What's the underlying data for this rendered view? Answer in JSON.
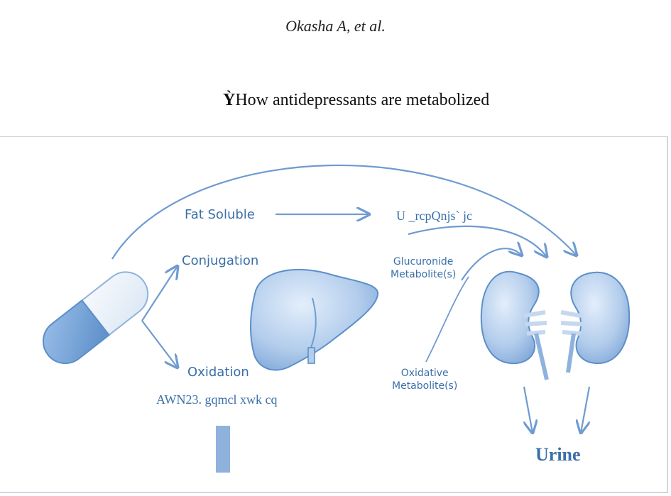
{
  "header": {
    "authors": "Okasha A, et al.",
    "title_mark": "Ỳ",
    "title": "How antidepressants are metabolized"
  },
  "diagram": {
    "fat_soluble": "Fat Soluble",
    "garbled_right": "U _rcpQnjs` jc",
    "conjugation": "Conjugation",
    "oxidation": "Oxidation",
    "garbled_bottom": "AWN23. gqmcl xwk cq",
    "glucuronide": [
      "Glucuronide",
      "Metabolite(s)"
    ],
    "oxidative": [
      "Oxidative",
      "Metabolite(s)"
    ],
    "urine": "Urine",
    "colors": {
      "arrow": "#6f9bd1",
      "label": "#3a6fa8",
      "organ_fill": "#a9c7ea",
      "organ_stroke": "#5d8fc9"
    }
  }
}
